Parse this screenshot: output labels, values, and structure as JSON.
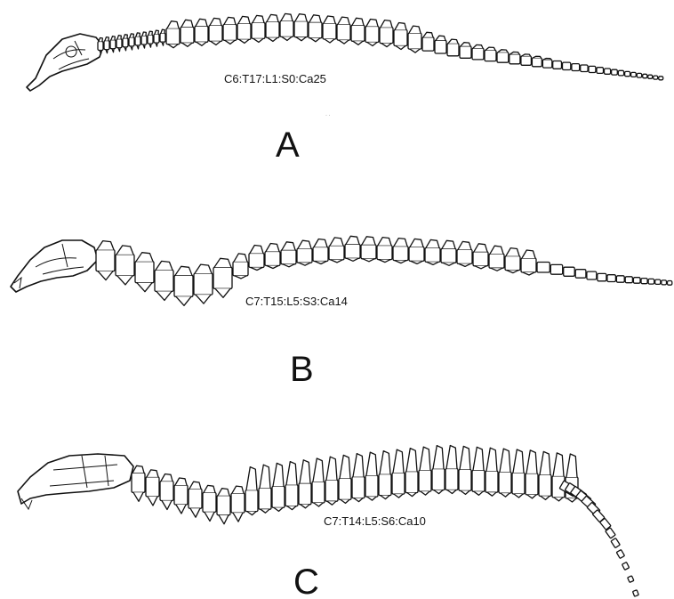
{
  "panels": [
    {
      "letter": "A",
      "formula": "C6:T17:L1:S0:Ca25"
    },
    {
      "letter": "B",
      "formula": "C7:T15:L5:S3:Ca14"
    },
    {
      "letter": "C",
      "formula": "C7:T14:L5:S6:Ca10"
    }
  ],
  "colors": {
    "ink": "#111111",
    "background": "#ffffff"
  }
}
